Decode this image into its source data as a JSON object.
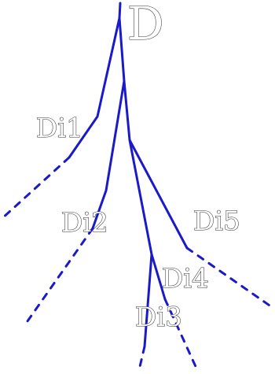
{
  "diagram": {
    "labels": {
      "root": "D",
      "di1": "Di1",
      "di2": "Di2",
      "di3": "Di3",
      "di4": "Di4",
      "di5": "Di5"
    },
    "colors": {
      "branch": "#1a1ac8",
      "label_outline": "#333333",
      "label_fill": "#ffffff"
    },
    "line_styles": {
      "known": "solid",
      "extrapolated": "dashed"
    }
  }
}
